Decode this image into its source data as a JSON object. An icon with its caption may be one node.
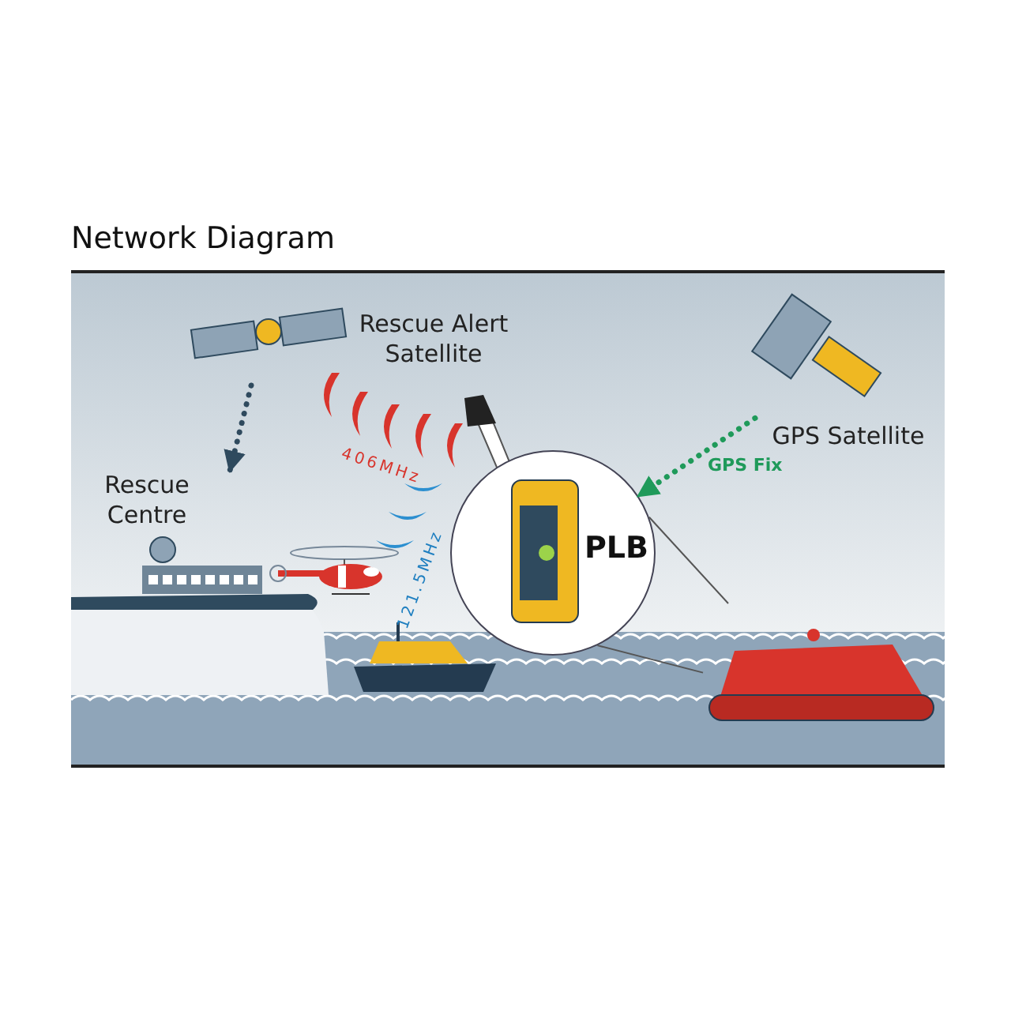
{
  "diagram": {
    "title": "Network Diagram",
    "nodes": [
      {
        "text": [
          "Rescue Alert Satellite"
        ]
      },
      {
        "text": [
          "Rescue Centre"
        ]
      },
      {
        "text": [
          "GPS Satellite"
        ]
      },
      {
        "text": [
          "PLB"
        ]
      },
      {
        "text": [],
        "shape": "picture"
      }
    ],
    "edges": [
      {
        "from": 0,
        "to": 1,
        "arrow": "to",
        "style": "dashed",
        "color": "#2f4a5e"
      },
      {
        "from": 2,
        "to": 3,
        "arrow": "to",
        "style": "dashed",
        "color": "#1f9a5a",
        "label": "GPS Fix"
      },
      {
        "from": 3,
        "to": 4,
        "arrow": "none",
        "color": "#555555"
      },
      {
        "from": 3,
        "to": 4,
        "arrow": "none",
        "color": "#555555"
      }
    ],
    "labels": [
      "406MHz",
      "121.5MHz"
    ]
  }
}
